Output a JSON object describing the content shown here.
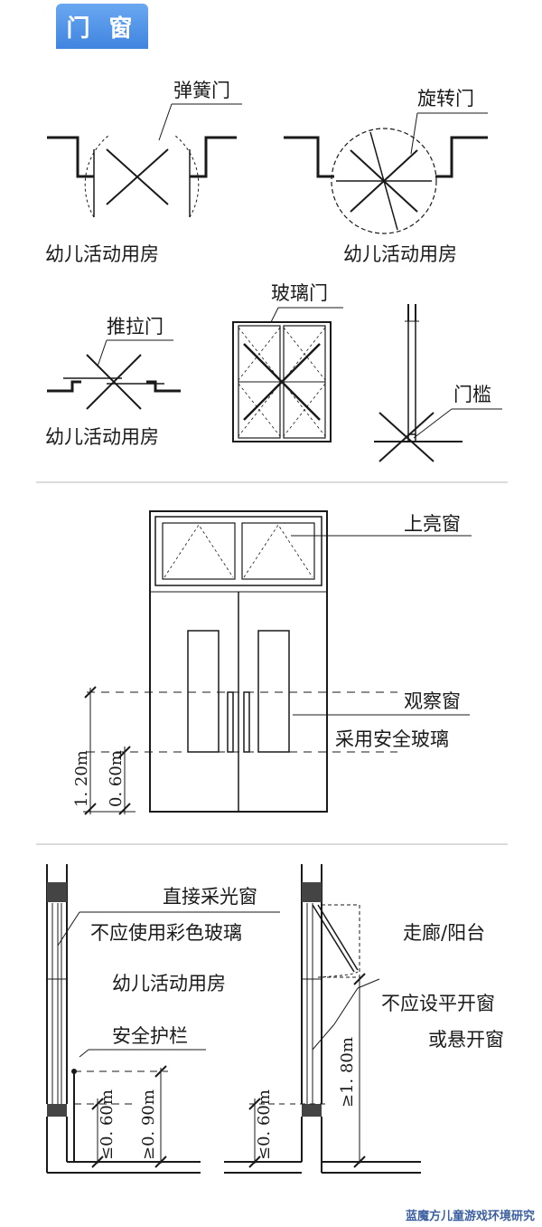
{
  "header": {
    "title": "门 窗"
  },
  "door_types": {
    "spring_door": "弹簧门",
    "revolving_door": "旋转门",
    "sliding_door": "推拉门",
    "glass_door": "玻璃门",
    "threshold": "门槛",
    "room_label": "幼儿活动用房"
  },
  "door_elevation": {
    "transom": "上亮窗",
    "observation_window": "观察窗",
    "safety_glass": "采用安全玻璃",
    "dim_120": "1. 20m",
    "dim_060": "0. 60m"
  },
  "window_section": {
    "direct_light_window": "直接采光窗",
    "no_colored_glass": "不应使用彩色玻璃",
    "room_label": "幼儿活动用房",
    "safety_railing": "安全护栏",
    "corridor_balcony": "走廊/阳台",
    "no_casement": "不应设平开窗",
    "or_hung": "或悬开窗",
    "dim_le060_a": "≤0. 60m",
    "dim_ge090": "≥0. 90m",
    "dim_le060_b": "≤0. 60m",
    "dim_ge180": "≥1. 80m"
  },
  "watermark": "蓝魔方儿童游戏环境研究"
}
